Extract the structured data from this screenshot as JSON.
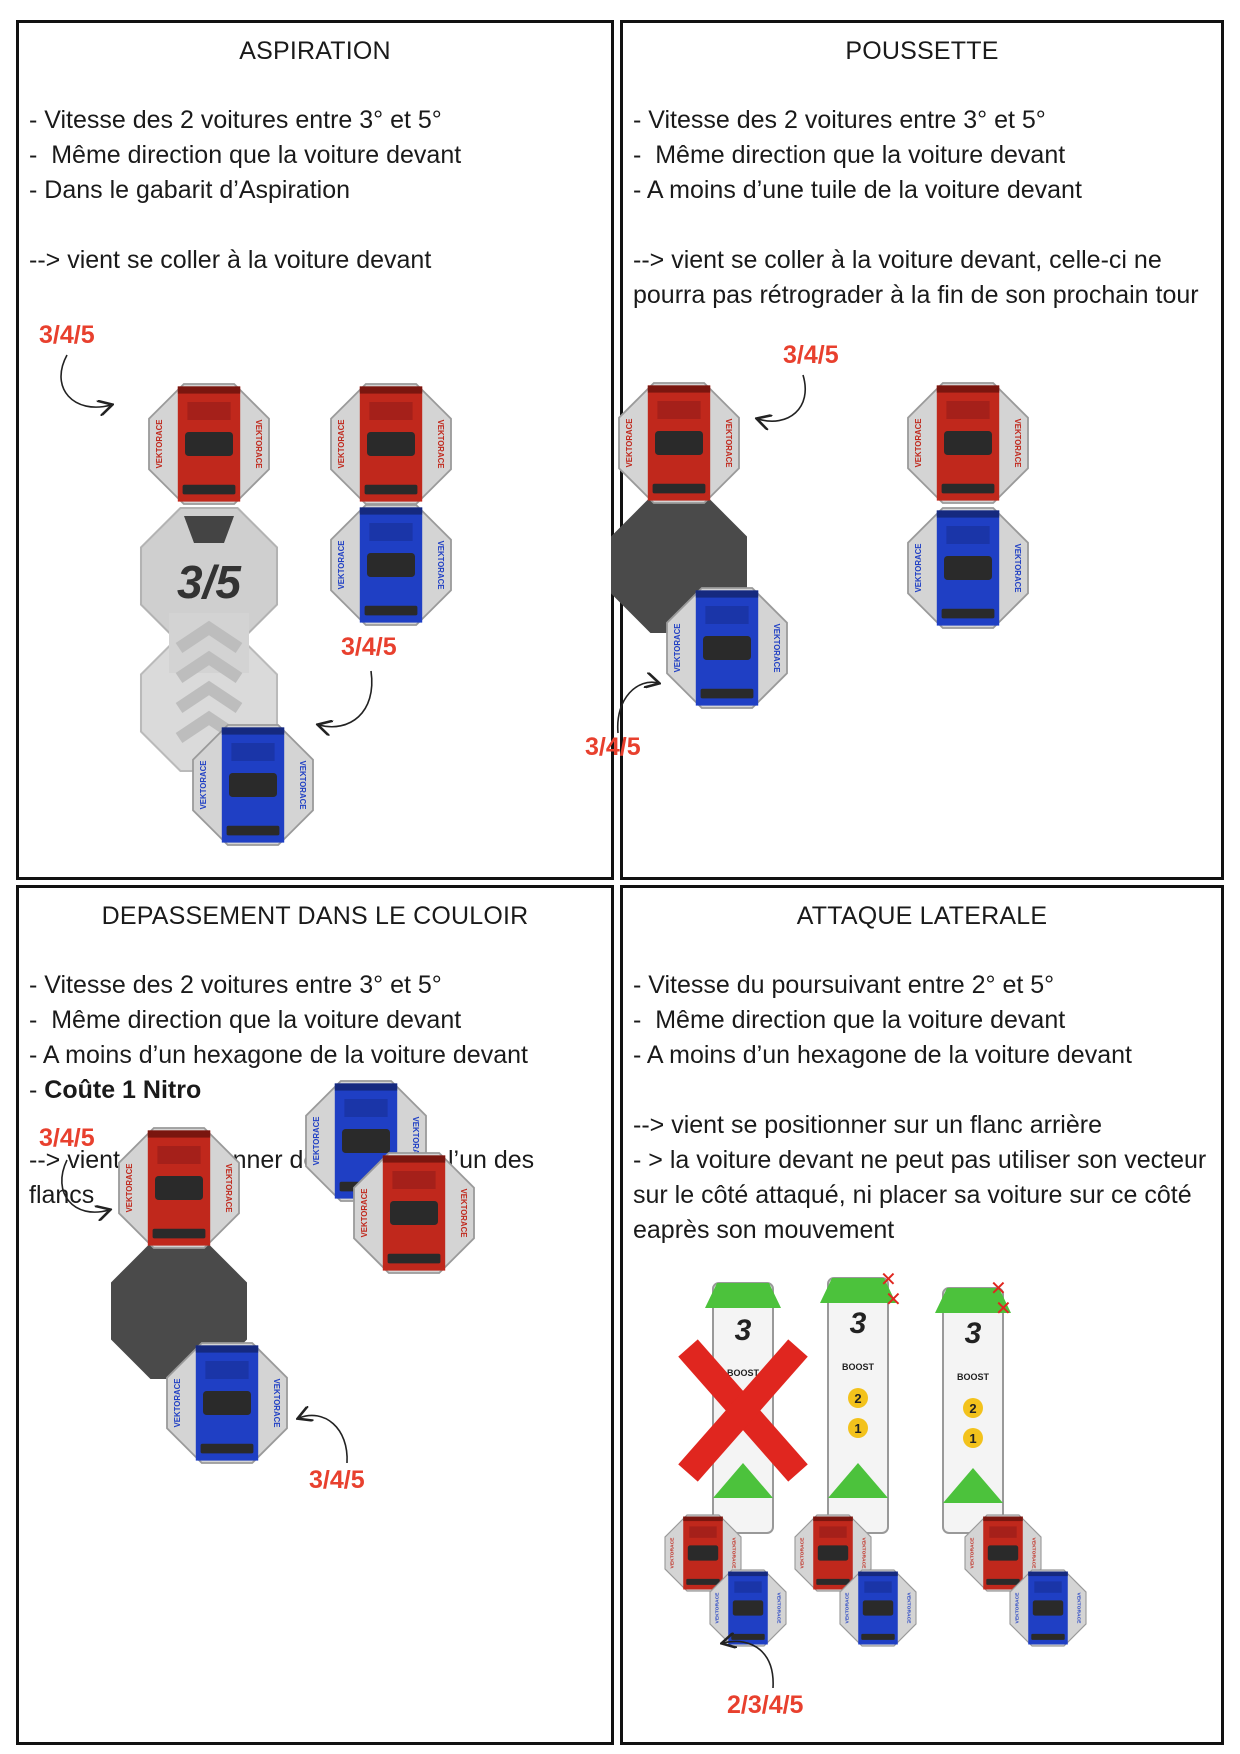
{
  "panels": [
    {
      "title": "ASPIRATION",
      "lines": [
        "- Vitesse des 2 voitures entre 3° et 5°",
        "-  Même direction que la voiture devant",
        "- Dans le gabarit d’Aspiration"
      ],
      "result": "--> vient se coller à la voiture devant",
      "labels": [
        "3/4/5",
        "3/4/5"
      ],
      "template_label": "3/5"
    },
    {
      "title": "POUSSETTE",
      "lines": [
        "- Vitesse des 2 voitures entre 3° et 5°",
        "-  Même direction que la voiture devant",
        "- A moins d’une tuile de la voiture devant"
      ],
      "result": "--> vient se coller à la voiture devant, celle-ci ne pourra pas rétrograder à la fin de son prochain tour",
      "labels": [
        "3/4/5",
        "3/4/5"
      ]
    },
    {
      "title": "DEPASSEMENT DANS LE COULOIR",
      "lines": [
        "- Vitesse des 2 voitures entre 3° et 5°",
        "-  Même direction que la voiture devant",
        "- A moins d’un hexagone de la voiture devant"
      ],
      "cost_prefix": "- ",
      "cost": "Coûte 1 Nitro",
      "result": "--> vient se positionner devant ou sur l’un des flancs",
      "labels": [
        "3/4/5",
        "3/4/5"
      ]
    },
    {
      "title": "ATTAQUE LATERALE",
      "lines": [
        "- Vitesse du poursuivant entre 2° et 5°",
        "-  Même direction que la voiture devant",
        "- A moins d’un hexagone de la voiture devant"
      ],
      "result": "--> vient se positionner sur un flanc arrière",
      "result2": "- > la voiture devant ne peut pas utiliser son vecteur sur le côté attaqué, ni placer sa voiture sur ce côté eaprès son mouvement",
      "labels": [
        "2/3/4/5"
      ],
      "gear_top": "3",
      "gear_mid": "2",
      "gear_low": "1",
      "boost": "BOOST"
    }
  ],
  "brand": "VEKTORACE",
  "colors": {
    "red_car": "#c0281c",
    "blue_car": "#1f3fc4",
    "label": "#e8402e",
    "tile": "#d4d4d4",
    "dark": "#4a4a4a",
    "green": "#4cc23c"
  }
}
